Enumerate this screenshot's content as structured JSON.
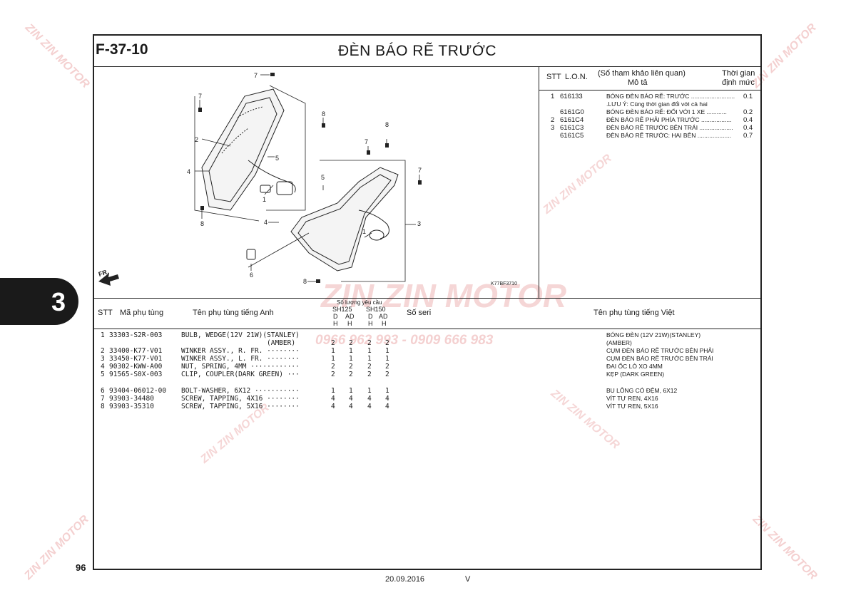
{
  "header": {
    "code": "F-37-10",
    "title": "ĐÈN BÁO RẼ TRƯỚC"
  },
  "section_tab": "3",
  "page_number": "96",
  "footer": {
    "date": "20.09.2016",
    "mark": "V"
  },
  "diagram": {
    "image_code": "K77BF3710",
    "fr_label": "FR.",
    "callouts": [
      "7",
      "7",
      "2",
      "8",
      "5",
      "4",
      "1",
      "8",
      "7",
      "8",
      "5",
      "7",
      "3",
      "4",
      "1",
      "6",
      "8"
    ]
  },
  "lon_table": {
    "headers": {
      "stt": "STT",
      "lon": "L.O.N.",
      "ref": "(Số tham khảo liên quan)",
      "desc": "Mô tả",
      "time1": "Thời gian",
      "time2": "định mức"
    },
    "rows": [
      {
        "stt": "1",
        "code": "616133",
        "desc": "BÓNG ĐÈN BÁO RẼ: TRƯỚC ..........................",
        "time": "0.1"
      },
      {
        "stt": "",
        "code": "",
        "desc": ".LƯU Ý: Cùng thời gian đổi với cả hai",
        "time": ""
      },
      {
        "stt": "",
        "code": "6161G0",
        "desc": "BÓNG ĐÈN BÁO RẼ: ĐỔI VỚI 1 XE ............",
        "time": "0.2"
      },
      {
        "stt": "2",
        "code": "6161C4",
        "desc": "ĐÈN BÁO RẼ PHẢI PHÍA TRƯỚC ..................",
        "time": "0.4"
      },
      {
        "stt": "3",
        "code": "6161C3",
        "desc": "ĐÈN BÁO RẼ TRƯỚC BÊN TRÁI ....................",
        "time": "0.4"
      },
      {
        "stt": "",
        "code": "6161C5",
        "desc": "ĐÈN BÁO RẼ TRƯỚC: HAI BÊN ....................",
        "time": "0.7"
      }
    ]
  },
  "parts_table": {
    "headers": {
      "stt": "STT",
      "part_no": "Mã phụ tùng",
      "name_en": "Tên phụ tùng tiếng Anh",
      "qty_title": "Số lượng yêu cầu",
      "model1": "SH125",
      "model2": "SH150",
      "d": "D",
      "ad": "AD",
      "h": "H",
      "serial": "Số seri",
      "name_vi": "Tên phụ tùng tiếng Việt"
    },
    "rows": [
      {
        "stt": "1",
        "part_no": "33303-S2R-003",
        "name_en": "BULB, WEDGE(12V 21W)(STANLEY)",
        "name_en2": "(AMBER)",
        "qty": [
          "2",
          "2",
          "2",
          "2"
        ],
        "name_vi": "BÓNG ĐÈN (12V 21W)(STANLEY)",
        "name_vi2": "(AMBER)"
      },
      {
        "stt": "2",
        "part_no": "33400-K77-V01",
        "name_en": "WINKER ASSY., R. FR. ········",
        "qty": [
          "1",
          "1",
          "1",
          "1"
        ],
        "name_vi": "CỤM ĐÈN BÁO RẼ TRƯỚC BÊN PHẢI"
      },
      {
        "stt": "3",
        "part_no": "33450-K77-V01",
        "name_en": "WINKER ASSY., L. FR. ········",
        "qty": [
          "1",
          "1",
          "1",
          "1"
        ],
        "name_vi": "CỤM ĐÈN BÁO RẼ TRƯỚC BÊN TRÁI"
      },
      {
        "stt": "4",
        "part_no": "90302-KWW-A00",
        "name_en": "NUT, SPRING, 4MM ············",
        "qty": [
          "2",
          "2",
          "2",
          "2"
        ],
        "name_vi": "ĐAI ỐC LÒ XO 4MM"
      },
      {
        "stt": "5",
        "part_no": "91565-S0X-003",
        "name_en": "CLIP, COUPLER(DARK GREEN) ···",
        "qty": [
          "2",
          "2",
          "2",
          "2"
        ],
        "name_vi": "KẸP (DARK GREEN)"
      },
      {
        "stt": "6",
        "part_no": "93404-06012-00",
        "name_en": "BOLT-WASHER, 6X12 ···········",
        "qty": [
          "1",
          "1",
          "1",
          "1"
        ],
        "name_vi": "BU LÔNG CÓ ĐỆM, 6X12"
      },
      {
        "stt": "7",
        "part_no": "93903-34480",
        "name_en": "SCREW, TAPPING, 4X16 ········",
        "qty": [
          "4",
          "4",
          "4",
          "4"
        ],
        "name_vi": "VÍT TỰ REN, 4X16"
      },
      {
        "stt": "8",
        "part_no": "93903-35310",
        "name_en": "SCREW, TAPPING, 5X16 ········",
        "qty": [
          "4",
          "4",
          "4",
          "4"
        ],
        "name_vi": "VÍT TỰ REN, 5X16"
      }
    ]
  },
  "watermark": {
    "brand": "ZIN ZIN MOTOR",
    "phone": "0966 962 993 - 0909 666 983",
    "color": "#e07a7a"
  }
}
